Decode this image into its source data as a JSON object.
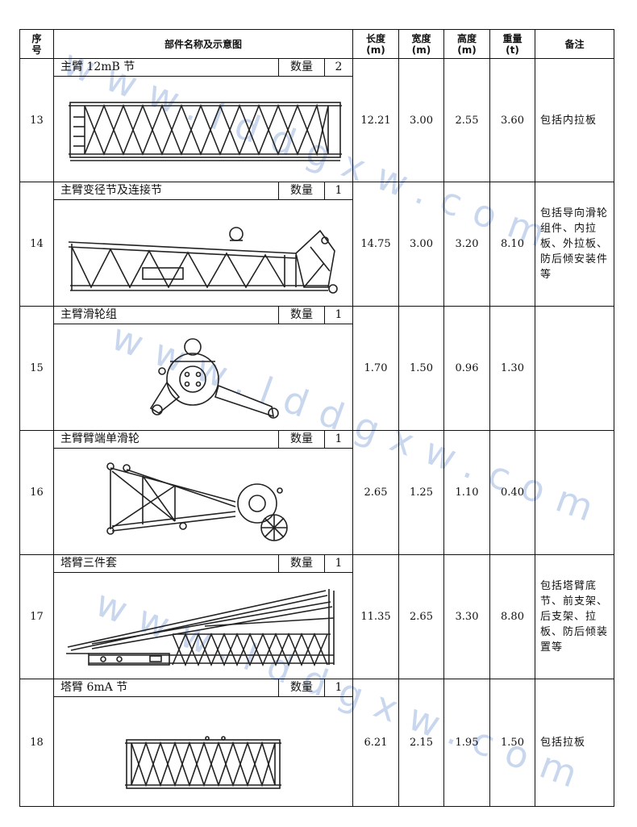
{
  "watermark": "www.lddgxw.com",
  "header": {
    "index": "序\n号",
    "name": "部件名称及示意图",
    "length": "长度\n(m)",
    "width": "宽度\n(m)",
    "height": "高度\n(m)",
    "weight": "重量\n(t)",
    "remark": "备注"
  },
  "qty_label": "数量",
  "rows": [
    {
      "index": "13",
      "name": "主臂 12mB 节",
      "qty": "2",
      "length": "12.21",
      "width": "3.00",
      "height": "2.55",
      "weight": "3.60",
      "remark": "包括内拉板",
      "drawing": "boom-section-icon"
    },
    {
      "index": "14",
      "name": "主臂变径节及连接节",
      "qty": "1",
      "length": "14.75",
      "width": "3.00",
      "height": "3.20",
      "weight": "8.10",
      "remark": "包括导向滑轮组件、内拉板、外拉板、防后倾安装件等",
      "drawing": "boom-transition-section-icon"
    },
    {
      "index": "15",
      "name": "主臂滑轮组",
      "qty": "1",
      "length": "1.70",
      "width": "1.50",
      "height": "0.96",
      "weight": "1.30",
      "remark": "",
      "drawing": "pulley-block-icon"
    },
    {
      "index": "16",
      "name": "主臂臂端单滑轮",
      "qty": "1",
      "length": "2.65",
      "width": "1.25",
      "height": "1.10",
      "weight": "0.40",
      "remark": "",
      "drawing": "boom-tip-single-pulley-icon"
    },
    {
      "index": "17",
      "name": "塔臂三件套",
      "qty": "1",
      "length": "11.35",
      "width": "2.65",
      "height": "3.30",
      "weight": "8.80",
      "remark": "包括塔臂底节、前支架、后支架、拉板、防后倾装置等",
      "drawing": "tower-boom-set-icon"
    },
    {
      "index": "18",
      "name": "塔臂 6mA 节",
      "qty": "1",
      "length": "6.21",
      "width": "2.15",
      "height": "1.95",
      "weight": "1.50",
      "remark": "包括拉板",
      "drawing": "tower-boom-section-icon"
    }
  ]
}
